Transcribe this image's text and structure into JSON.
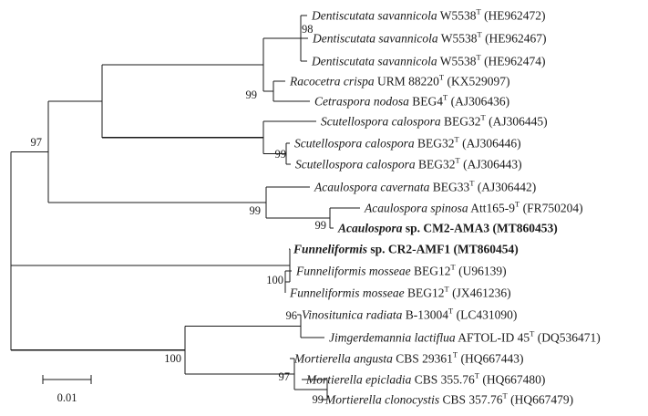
{
  "scale_bar": {
    "label": "0.01"
  },
  "leaves": [
    {
      "genus": "Dentiscutata",
      "species": "savannicola",
      "strain": "W5538",
      "type_strain": true,
      "accession": "(HE962472)",
      "bold": false
    },
    {
      "genus": "Dentiscutata",
      "species": "savannicola",
      "strain": "W5538",
      "type_strain": true,
      "accession": "(HE962467)",
      "bold": false
    },
    {
      "genus": "Dentiscutata",
      "species": "savannicola",
      "strain": "W5538",
      "type_strain": true,
      "accession": "(HE962474)",
      "bold": false
    },
    {
      "genus": "Racocetra",
      "species": "crispa",
      "strain": "URM 88220",
      "type_strain": true,
      "accession": "(KX529097)",
      "bold": false
    },
    {
      "genus": "Cetraspora",
      "species": "nodosa",
      "strain": "BEG4",
      "type_strain": true,
      "accession": "(AJ306436)",
      "bold": false
    },
    {
      "genus": "Scutellospora",
      "species": "calospora",
      "strain": "BEG32",
      "type_strain": true,
      "accession": "(AJ306445)",
      "bold": false
    },
    {
      "genus": "Scutellospora",
      "species": "calospora",
      "strain": "BEG32",
      "type_strain": true,
      "accession": "(AJ306446)",
      "bold": false
    },
    {
      "genus": "Scutellospora",
      "species": "calospora",
      "strain": "BEG32",
      "type_strain": true,
      "accession": "(AJ306443)",
      "bold": false
    },
    {
      "genus": "Acaulospora",
      "species": "cavernata",
      "strain": "BEG33",
      "type_strain": true,
      "accession": "(AJ306442)",
      "bold": false
    },
    {
      "genus": "Acaulospora",
      "species": "spinosa",
      "strain": "Att165-9",
      "type_strain": true,
      "accession": "(FR750204)",
      "bold": false
    },
    {
      "genus": "Acaulospora",
      "species": "sp.",
      "strain": "CM2-AMA3",
      "type_strain": false,
      "accession": "(MT860453)",
      "bold": true
    },
    {
      "genus": "Funneliformis",
      "species": "sp.",
      "strain": "CR2-AMF1",
      "type_strain": false,
      "accession": "(MT860454)",
      "bold": true
    },
    {
      "genus": "Funneliformis",
      "species": "mosseae",
      "strain": "BEG12",
      "type_strain": true,
      "accession": "(U96139)",
      "bold": false
    },
    {
      "genus": "Funneliformis",
      "species": "mosseae",
      "strain": "BEG12",
      "type_strain": true,
      "accession": "(JX461236)",
      "bold": false
    },
    {
      "genus": "Vinositunica",
      "species": "radiata",
      "strain": "B-13004",
      "type_strain": true,
      "accession": "(LC431090)",
      "bold": false
    },
    {
      "genus": "Jimgerdemannia",
      "species": "lactiflua",
      "strain": "AFTOL-ID 45",
      "type_strain": true,
      "accession": "(DQ536471)",
      "bold": false
    },
    {
      "genus": "Mortierella",
      "species": "angusta",
      "strain": "CBS 29361",
      "type_strain": true,
      "accession": "(HQ667443)",
      "bold": false
    },
    {
      "genus": "Mortierella",
      "species": "epicladia",
      "strain": "CBS 355.76",
      "type_strain": true,
      "accession": "(HQ667480)",
      "bold": false
    },
    {
      "genus": "Mortierella",
      "species": "clonocystis",
      "strain": "CBS 357.76",
      "type_strain": true,
      "accession": "(HQ667479)",
      "bold": false
    }
  ],
  "type_marker": "T",
  "bootstrap": [
    "98",
    "99",
    "99",
    "97",
    "99",
    "99",
    "100",
    "96",
    "100",
    "97",
    "99"
  ]
}
